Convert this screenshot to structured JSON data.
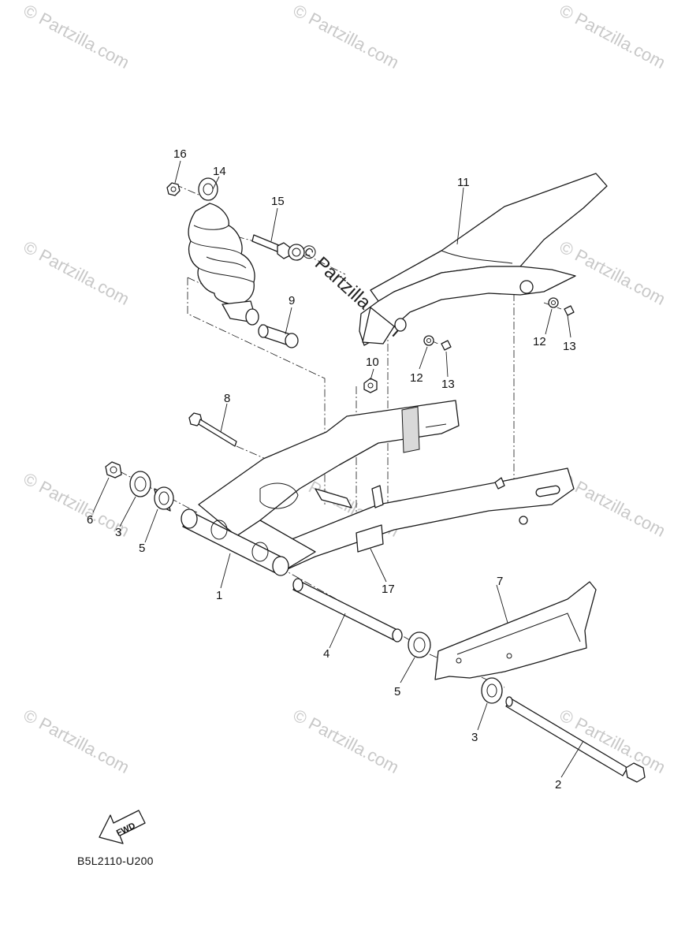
{
  "diagram": {
    "callouts": [
      {
        "id": "c16",
        "label": "16"
      },
      {
        "id": "c14",
        "label": "14"
      },
      {
        "id": "c15",
        "label": "15"
      },
      {
        "id": "c11",
        "label": "11"
      },
      {
        "id": "c9",
        "label": "9"
      },
      {
        "id": "c12a",
        "label": "12"
      },
      {
        "id": "c13a",
        "label": "13"
      },
      {
        "id": "c12b",
        "label": "12"
      },
      {
        "id": "c13b",
        "label": "13"
      },
      {
        "id": "c10",
        "label": "10"
      },
      {
        "id": "c8",
        "label": "8"
      },
      {
        "id": "c6",
        "label": "6"
      },
      {
        "id": "c3a",
        "label": "3"
      },
      {
        "id": "c5a",
        "label": "5"
      },
      {
        "id": "c1",
        "label": "1"
      },
      {
        "id": "c17",
        "label": "17"
      },
      {
        "id": "c7",
        "label": "7"
      },
      {
        "id": "c4",
        "label": "4"
      },
      {
        "id": "c5b",
        "label": "5"
      },
      {
        "id": "c3b",
        "label": "3"
      },
      {
        "id": "c2",
        "label": "2"
      }
    ],
    "fwd_label": "FWD",
    "diagram_code": "B5L2110-U200",
    "watermark": "© Partzilla.com"
  }
}
